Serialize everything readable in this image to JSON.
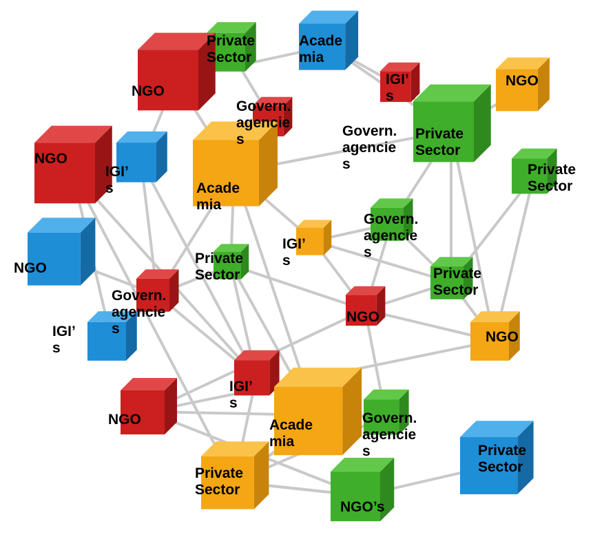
{
  "colors": {
    "red": {
      "front": "#cc1f1f",
      "top": "#e04848",
      "side": "#991515"
    },
    "green": {
      "front": "#3fae2a",
      "top": "#62c84a",
      "side": "#2e8a1e"
    },
    "blue": {
      "front": "#1e8ed6",
      "top": "#4fb0ec",
      "side": "#156aa6"
    },
    "orange": {
      "front": "#f4a614",
      "top": "#fbc24a",
      "side": "#c8840a"
    },
    "link": "#c9c9c9"
  },
  "nodes": [
    {
      "id": "n1",
      "color": "red",
      "icon": "cube-icon"
    },
    {
      "id": "n2",
      "color": "green",
      "icon": "cube-icon"
    },
    {
      "id": "n3",
      "color": "blue",
      "icon": "cube-icon"
    },
    {
      "id": "n4",
      "color": "red",
      "icon": "cube-icon"
    },
    {
      "id": "n5",
      "color": "orange",
      "icon": "cube-icon"
    },
    {
      "id": "n6",
      "color": "green",
      "icon": "cube-icon"
    },
    {
      "id": "n7",
      "color": "red",
      "icon": "cube-icon"
    },
    {
      "id": "n8",
      "color": "orange",
      "icon": "cube-icon"
    },
    {
      "id": "n9",
      "color": "green",
      "icon": "cube-icon"
    },
    {
      "id": "n10",
      "color": "blue",
      "icon": "cube-icon"
    },
    {
      "id": "n11",
      "color": "blue",
      "icon": "cube-icon"
    },
    {
      "id": "n12",
      "color": "red",
      "icon": "cube-icon"
    },
    {
      "id": "n13",
      "color": "orange",
      "icon": "cube-icon"
    },
    {
      "id": "n14",
      "color": "green",
      "icon": "cube-icon"
    },
    {
      "id": "n15",
      "color": "green",
      "icon": "cube-icon"
    },
    {
      "id": "n16",
      "color": "blue",
      "icon": "cube-icon"
    },
    {
      "id": "n17",
      "color": "red",
      "icon": "cube-icon"
    },
    {
      "id": "n18",
      "color": "green",
      "icon": "cube-icon"
    },
    {
      "id": "n19",
      "color": "orange",
      "icon": "cube-icon"
    },
    {
      "id": "n20",
      "color": "red",
      "icon": "cube-icon"
    },
    {
      "id": "n21",
      "color": "orange",
      "icon": "cube-icon"
    },
    {
      "id": "n22",
      "color": "green",
      "icon": "cube-icon"
    },
    {
      "id": "n23",
      "color": "red",
      "icon": "cube-icon"
    },
    {
      "id": "n24",
      "color": "orange",
      "icon": "cube-icon"
    },
    {
      "id": "n25",
      "color": "red",
      "icon": "cube-icon"
    },
    {
      "id": "n26",
      "color": "blue",
      "icon": "cube-icon"
    },
    {
      "id": "n27",
      "color": "green",
      "icon": "cube-icon"
    },
    {
      "id": "n28",
      "color": "blue",
      "icon": "cube-icon"
    }
  ],
  "edges": [
    [
      "n1",
      "n3"
    ],
    [
      "n1",
      "n10"
    ],
    [
      "n1",
      "n5"
    ],
    [
      "n3",
      "n4"
    ],
    [
      "n3",
      "n6"
    ],
    [
      "n2",
      "n7"
    ],
    [
      "n7",
      "n5"
    ],
    [
      "n5",
      "n6"
    ],
    [
      "n5",
      "n13"
    ],
    [
      "n5",
      "n12"
    ],
    [
      "n5",
      "n14"
    ],
    [
      "n5",
      "n21"
    ],
    [
      "n10",
      "n12"
    ],
    [
      "n10",
      "n17"
    ],
    [
      "n13",
      "n15"
    ],
    [
      "n13",
      "n18"
    ],
    [
      "n13",
      "n20"
    ],
    [
      "n6",
      "n15"
    ],
    [
      "n6",
      "n18"
    ],
    [
      "n6",
      "n19"
    ],
    [
      "n8",
      "n6"
    ],
    [
      "n4",
      "n6"
    ],
    [
      "n11",
      "n12"
    ],
    [
      "n12",
      "n16"
    ],
    [
      "n12",
      "n17"
    ],
    [
      "n12",
      "n14"
    ],
    [
      "n14",
      "n20"
    ],
    [
      "n14",
      "n21"
    ],
    [
      "n14",
      "n17"
    ],
    [
      "n15",
      "n18"
    ],
    [
      "n18",
      "n19"
    ],
    [
      "n18",
      "n20"
    ],
    [
      "n9",
      "n18"
    ],
    [
      "n9",
      "n19"
    ],
    [
      "n20",
      "n19"
    ],
    [
      "n20",
      "n22"
    ],
    [
      "n20",
      "n23"
    ],
    [
      "n17",
      "n21"
    ],
    [
      "n17",
      "n25"
    ],
    [
      "n17",
      "n26"
    ],
    [
      "n21",
      "n26"
    ],
    [
      "n21",
      "n24"
    ],
    [
      "n22",
      "n23"
    ],
    [
      "n23",
      "n27"
    ],
    [
      "n23",
      "n19"
    ],
    [
      "n24",
      "n26"
    ],
    [
      "n25",
      "n26"
    ],
    [
      "n26",
      "n27"
    ],
    [
      "n27",
      "n28"
    ],
    [
      "n16",
      "n12"
    ],
    [
      "n16",
      "n25"
    ],
    [
      "n15",
      "n20"
    ],
    [
      "n22",
      "n24"
    ],
    [
      "n24",
      "n27"
    ]
  ],
  "labels": [
    {
      "id": "l1",
      "text": "Private\nSector"
    },
    {
      "id": "l2",
      "text": "Acade\nmia"
    },
    {
      "id": "l3",
      "text": "NGO"
    },
    {
      "id": "l4",
      "text": "IGI’\ns"
    },
    {
      "id": "l5",
      "text": "NGO"
    },
    {
      "id": "l6",
      "text": "Govern.\nagencie\ns"
    },
    {
      "id": "l7",
      "text": "Govern.\nagencie\ns"
    },
    {
      "id": "l8",
      "text": "Private\nSector"
    },
    {
      "id": "l9",
      "text": "NGO"
    },
    {
      "id": "l10",
      "text": "IGI’\ns"
    },
    {
      "id": "l11",
      "text": "Private\nSector"
    },
    {
      "id": "l12",
      "text": "Acade\nmia"
    },
    {
      "id": "l13",
      "text": "Govern.\nagencie\ns"
    },
    {
      "id": "l14",
      "text": "IGI’\ns"
    },
    {
      "id": "l15",
      "text": "Private\nSector"
    },
    {
      "id": "l16",
      "text": "NGO"
    },
    {
      "id": "l17",
      "text": "Govern.\nagencie\ns"
    },
    {
      "id": "l18",
      "text": "Private\nSector"
    },
    {
      "id": "l19",
      "text": "NGO"
    },
    {
      "id": "l20",
      "text": "IGI’\ns"
    },
    {
      "id": "l21",
      "text": "NGO"
    },
    {
      "id": "l22",
      "text": "IGI’\ns"
    },
    {
      "id": "l23",
      "text": "NGO"
    },
    {
      "id": "l24",
      "text": "Acade\nmia"
    },
    {
      "id": "l25",
      "text": "Govern.\nagencie\ns"
    },
    {
      "id": "l26",
      "text": "Private\nSector"
    },
    {
      "id": "l27",
      "text": "Private\nSector"
    },
    {
      "id": "l28",
      "text": "NGO’s"
    }
  ]
}
